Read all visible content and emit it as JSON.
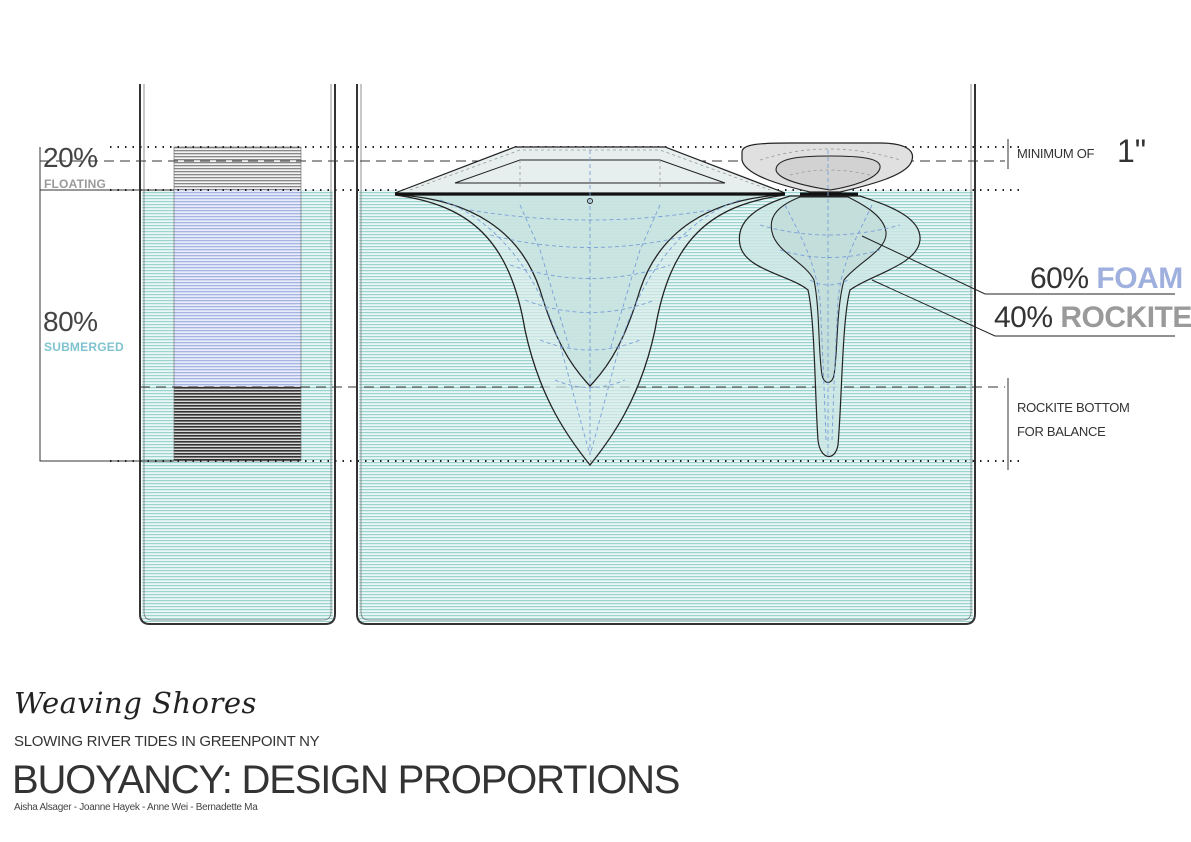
{
  "labels": {
    "floating_pct": "20%",
    "floating": "FLOATING",
    "submerged_pct": "80%",
    "submerged": "SUBMERGED",
    "minimum_of": "MINIMUM OF",
    "one_inch": "1\"",
    "foam_pct": "60%",
    "foam": "FOAM",
    "rockite_pct": "40%",
    "rockite": "ROCKITE",
    "rockite_bottom_1": "ROCKITE BOTTOM",
    "rockite_bottom_2": "FOR BALANCE"
  },
  "titleblock": {
    "project": "Weaving Shores",
    "subtitle": "SLOWING RIVER TIDES IN GREENPOINT NY",
    "title": "BUOYANCY: DESIGN PROPORTIONS",
    "authors": "Aisha Alsager - Joanne Hayek - Anne Wei - Bernadette Ma"
  },
  "colors": {
    "water": "#c9ece9",
    "foam": "#9fb0de",
    "rockite": "#9a9a9a",
    "submerged": "#7fc3cf",
    "floating": "#9a9a9a",
    "float_body": "#e8e8e8",
    "sub_body": "#cfe6e4"
  }
}
